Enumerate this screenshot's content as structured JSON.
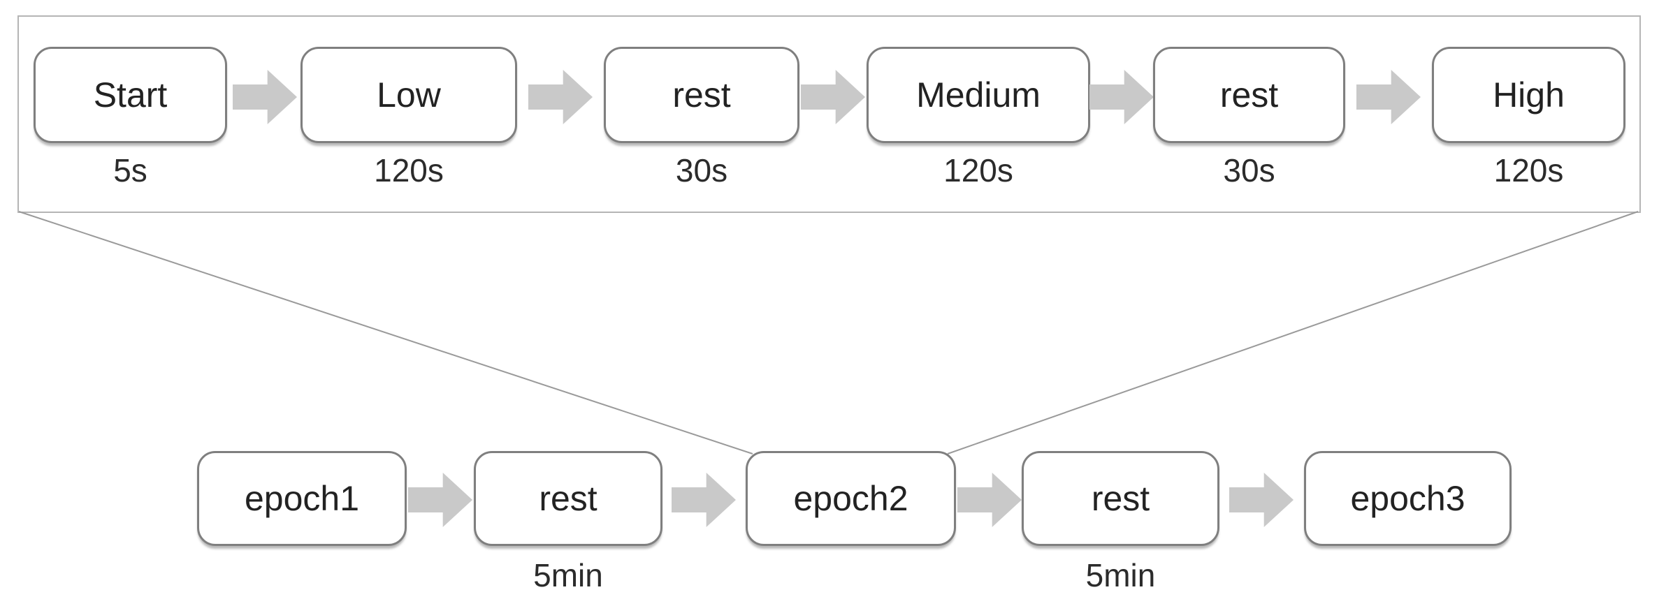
{
  "epoch_detail": {
    "steps": [
      {
        "label": "Start",
        "duration": "5s"
      },
      {
        "label": "Low",
        "duration": "120s"
      },
      {
        "label": "rest",
        "duration": "30s"
      },
      {
        "label": "Medium",
        "duration": "120s"
      },
      {
        "label": "rest",
        "duration": "30s"
      },
      {
        "label": "High",
        "duration": "120s"
      }
    ]
  },
  "session_timeline": {
    "steps": [
      {
        "label": "epoch1",
        "duration": ""
      },
      {
        "label": "rest",
        "duration": "5min"
      },
      {
        "label": "epoch2",
        "duration": ""
      },
      {
        "label": "rest",
        "duration": "5min"
      },
      {
        "label": "epoch3",
        "duration": ""
      }
    ]
  },
  "colors": {
    "box_border": "#7f7f7f",
    "box_fill": "#ffffff",
    "frame_border": "#b5b5b5",
    "arrow_fill": "#c9c9c9",
    "connector_line": "#9a9a9a",
    "text": "#222222"
  }
}
